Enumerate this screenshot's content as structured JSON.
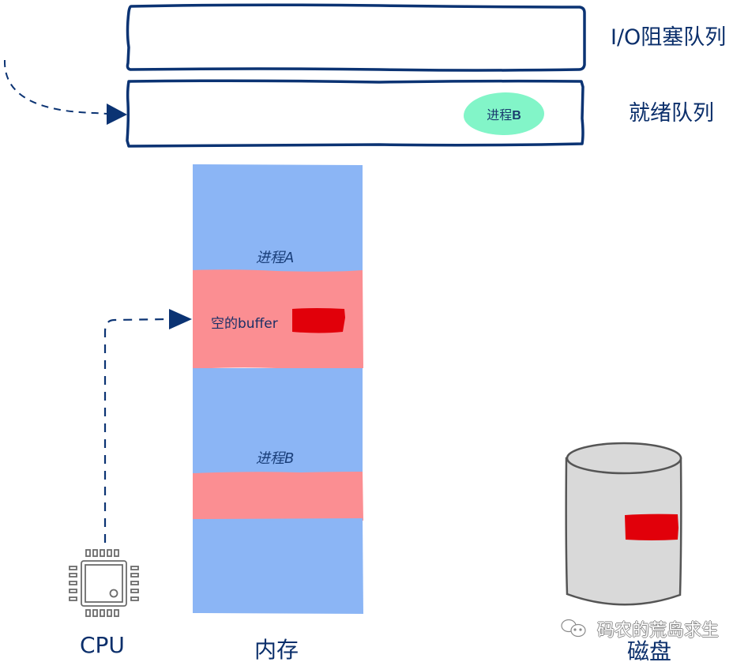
{
  "queues": {
    "io_blocked": {
      "label": "I/O阻塞队列",
      "items": []
    },
    "ready": {
      "label": "就绪队列",
      "items": [
        {
          "name_prefix": "进程",
          "name_suffix": "B",
          "color": "#82f5c8"
        }
      ]
    }
  },
  "memory": {
    "label": "内存",
    "segments": [
      {
        "name": "进程A",
        "kind": "process"
      },
      {
        "name": "空的buffer",
        "kind": "buffer"
      },
      {
        "name": "进程B",
        "kind": "process"
      },
      {
        "name": "",
        "kind": "buffer"
      }
    ],
    "colors": {
      "process": "#8bb5f5",
      "buffer": "#fb8e92",
      "data_block": "#e1000a"
    }
  },
  "cpu": {
    "label": "CPU",
    "icon": "cpu-chip-icon"
  },
  "disk": {
    "label": "磁盘",
    "icon": "disk-cylinder-icon",
    "fill": "#d9d9d9"
  },
  "watermark": {
    "text": "码农的荒岛求生",
    "icon": "wechat-icon"
  },
  "colors": {
    "stroke": "#0b3373",
    "label": "#0b2f6b"
  }
}
